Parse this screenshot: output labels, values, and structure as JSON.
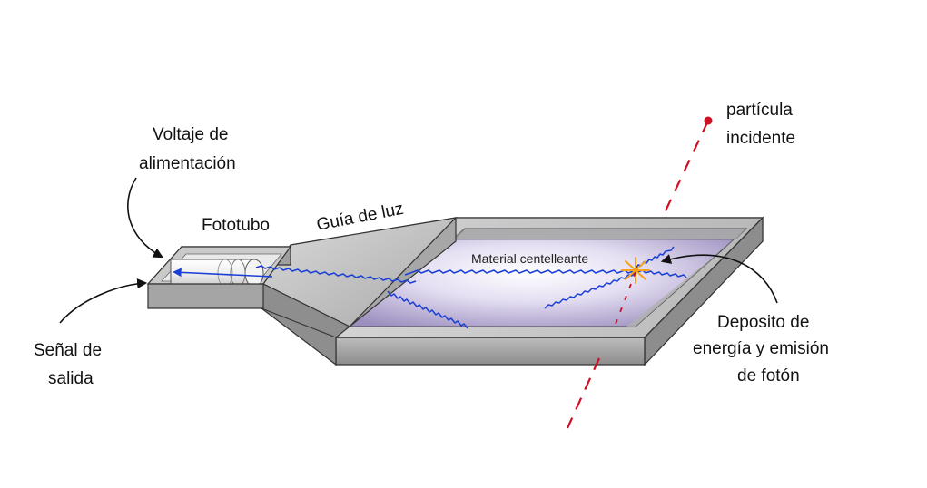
{
  "diagram": {
    "labels": {
      "particle_line1": "partícula",
      "particle_line2": "incidente",
      "voltage_line1": "Voltaje de",
      "voltage_line2": "alimentación",
      "phototube": "Fototubo",
      "light_guide": "Guía de luz",
      "scintillator": "Material centelleante",
      "signal_line1": "Señal de",
      "signal_line2": "salida",
      "deposit_line1": "Deposito de",
      "deposit_line2": "energía y emisión",
      "deposit_line3": "de fotón"
    },
    "colors": {
      "particle": "#cc1122",
      "photon_path": "#1a3fd6",
      "box_metal": "#9a9a9a",
      "box_dark": "#555555",
      "scintillator_glow": "#c8bfe0",
      "emission_star": "#f5a21b"
    }
  }
}
